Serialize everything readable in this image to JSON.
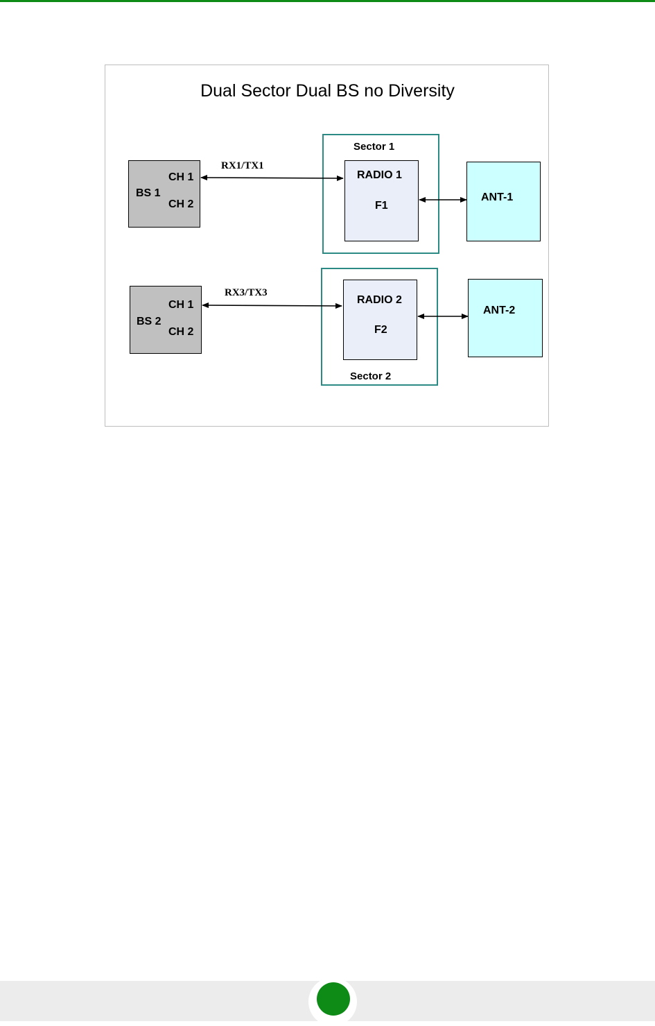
{
  "diagram": {
    "title": "Dual Sector Dual BS no Diversity",
    "bs1": {
      "name": "BS 1",
      "ch1": "CH 1",
      "ch2": "CH 2"
    },
    "bs2": {
      "name": "BS 2",
      "ch1": "CH 1",
      "ch2": "CH 2"
    },
    "link1_label": "RX1/TX1",
    "link2_label": "RX3/TX3",
    "sector1": {
      "label": "Sector 1",
      "radio": "RADIO 1",
      "freq": "F1"
    },
    "sector2": {
      "label": "Sector 2",
      "radio": "RADIO 2",
      "freq": "F2"
    },
    "ant1": "ANT-1",
    "ant2": "ANT-2"
  },
  "colors": {
    "accent_green": "#0e8a16",
    "bs_fill": "#c0c0c0",
    "radio_fill": "#eaeef9",
    "antenna_fill": "#ccffff",
    "sector_border": "#2b8a83"
  }
}
